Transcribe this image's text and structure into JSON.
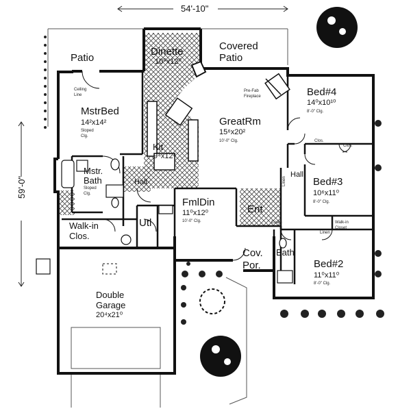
{
  "dimensions": {
    "width_label": "54'-10\"",
    "depth_label": "59'-0\""
  },
  "rooms": {
    "patio": {
      "name": "Patio"
    },
    "covered_patio": {
      "name": "Covered",
      "name2": "Patio"
    },
    "dinette": {
      "name": "Dinette",
      "size": "10⁰x12⁰"
    },
    "mstr_bed": {
      "name": "MstrBed",
      "size": "14²x14²",
      "note1": "Sloped",
      "note2": "Clg."
    },
    "ceiling_line": {
      "line1": "Ceiling",
      "line2": "Line"
    },
    "great_rm": {
      "name": "GreatRm",
      "size": "15⁶x20²",
      "note": "10'-0\" Clg."
    },
    "fireplace": {
      "line1": "Pre-Fab",
      "line2": "Fireplace"
    },
    "kit": {
      "name": "Kit",
      "size": "9⁴x12⁶"
    },
    "bed4": {
      "name": "Bed#4",
      "size": "14⁰x10¹⁰",
      "note": "8'-0\" Clg."
    },
    "bed3": {
      "name": "Bed#3",
      "size": "10⁶x11⁰",
      "note": "8'-0\" Clg."
    },
    "bed2": {
      "name": "Bed#2",
      "size": "11⁰x11⁰",
      "note": "8'-0\" Clg."
    },
    "mstr_bath": {
      "name": "Mstr.",
      "name2": "Bath",
      "note1": "Sloped",
      "note2": "Clg."
    },
    "hall_left": {
      "name": "Hall"
    },
    "hall_right": {
      "name": "Hall"
    },
    "fml_din": {
      "name": "FmlDin",
      "size": "11⁰x12⁰",
      "note": "10'-0\" Clg."
    },
    "ent": {
      "name": "Ent"
    },
    "walk_in_clos": {
      "name": "Walk-in",
      "name2": "Clos."
    },
    "utl": {
      "name": "Utl"
    },
    "cov_por": {
      "name": "Cov.",
      "name2": "Por."
    },
    "bath": {
      "name": "Bath"
    },
    "double_garage": {
      "name": "Double",
      "name2": "Garage",
      "size": "20⁴x21⁰"
    },
    "clos_a": {
      "name": "Clos."
    },
    "clos_b": {
      "name": "Clos."
    },
    "coats": {
      "name": "Coats"
    },
    "linen_a": {
      "name": "Linen"
    },
    "linen_b": {
      "name": "Linen"
    },
    "walk_in_closet": {
      "name": "Walk-in",
      "name2": "Closet"
    }
  },
  "colors": {
    "wall": "#111111",
    "hatch": "#444444",
    "ink": "#111111",
    "paper": "#ffffff"
  }
}
